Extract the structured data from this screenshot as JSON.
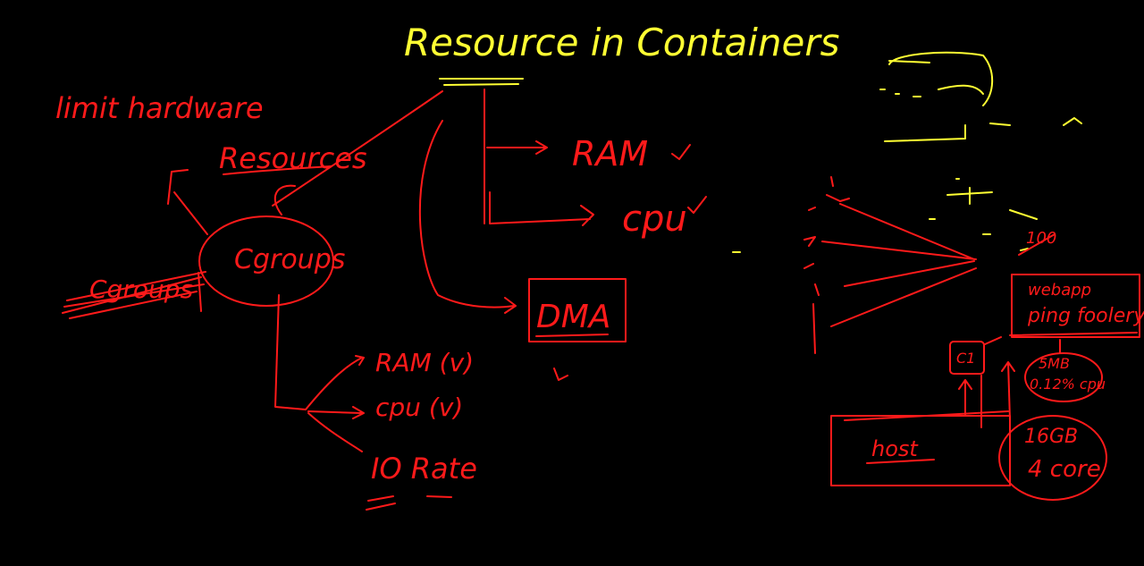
{
  "title": "Resource in Containers",
  "left_note": {
    "line1": "limit hardware",
    "line2": "Resources"
  },
  "center_node": "Cgroups",
  "struck_label": "Cgroups",
  "branch_top": {
    "ram": "RAM",
    "cpu": "cpu",
    "box": "DMA"
  },
  "branch_bottom": {
    "ram": "RAM (v)",
    "cpu": "cpu (v)",
    "io": "IO Rate"
  },
  "right": {
    "app_label": "webapp",
    "app_sub": "ping foolery",
    "usage_mem": "5MB",
    "usage_cpu": "0.12% cpu",
    "small_box": "C1",
    "marker": "100",
    "host_label": "host",
    "host_mem": "16GB",
    "host_cpu": "4 core"
  },
  "colors": {
    "ink_yellow": "#ffff33",
    "ink_red": "#ff1a1a",
    "background": "#000000"
  }
}
